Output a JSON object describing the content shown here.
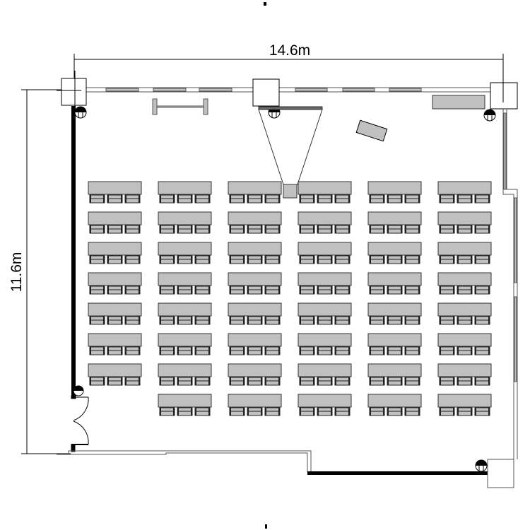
{
  "dimensions": {
    "width_label": "14.6m",
    "depth_label": "11.6m"
  },
  "layout": {
    "desk_columns": 6,
    "desk_rows": 8,
    "chairs_per_desk": 3,
    "last_row_missing_columns": [
      0
    ]
  },
  "colors": {
    "furniture": "#c0c0c0",
    "wall": "#000000",
    "outline": "#333333"
  }
}
